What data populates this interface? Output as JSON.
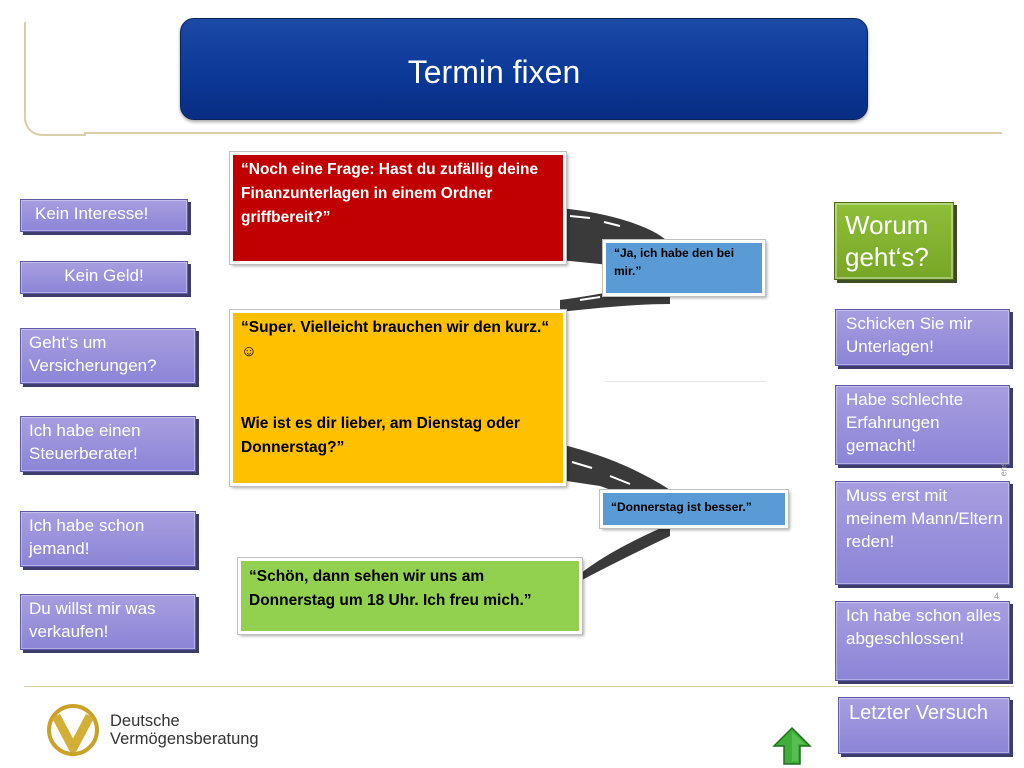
{
  "title": "Termin fixen",
  "left_buttons": [
    "Kein Interesse!",
    "Kein Geld!",
    "Geht‘s um Versicherungen?",
    "Ich habe einen Steuerberater!",
    "Ich habe schon jemand!",
    "Du willst mir was verkaufen!"
  ],
  "right_buttons": {
    "worum": "Worum geht‘s?",
    "items": [
      "Schicken Sie mir Unterlagen!",
      "Habe schlechte Erfahrungen gemacht!",
      "Muss erst mit meinem Mann/Eltern reden!",
      "Ich habe schon alles abgeschlossen!"
    ],
    "last": "Letzter Versuch"
  },
  "dialogue": {
    "red": "“Noch eine Frage: Hast du zufällig deine Finanzunterlagen in einem Ordner griffbereit?”",
    "blue1": "“Ja, ich habe den bei mir.”",
    "orange_line1": "“Super. Vielleicht brauchen wir den kurz.“ ☺",
    "orange_line2": "Wie ist es dir lieber, am Dienstag oder Donnerstag?”",
    "blue2": "“Donnerstag ist besser.”",
    "green": "“Schön, dann sehen wir uns am Donnerstag um 18 Uhr. Ich freu mich.”"
  },
  "logo": {
    "line1": "Deutsche",
    "line2": "Vermögensberatung"
  },
  "edge_text": {
    "top": "ens",
    "bottom": "4"
  },
  "icons": {
    "next": "green-up-arrow-icon",
    "logo": "dvag-logo-icon"
  },
  "colors": {
    "title_bg": "#0b3796",
    "purple_button": "#8c84d6",
    "green_button": "#77a626",
    "red_box": "#c00000",
    "orange_box": "#ffc000",
    "green_box": "#92d050",
    "blue_box": "#5b9bd5"
  }
}
